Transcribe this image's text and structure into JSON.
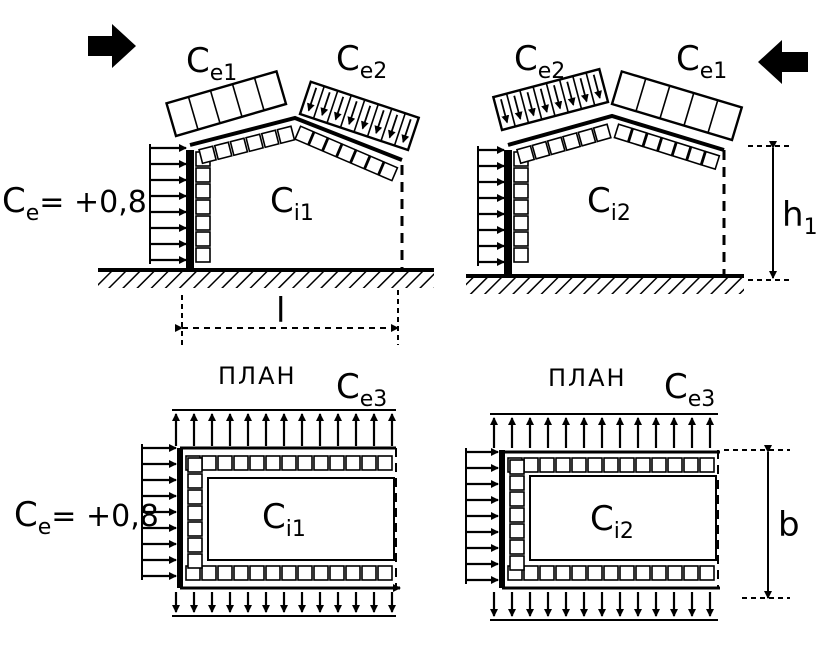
{
  "labels": {
    "ce1_left": "C",
    "ce1_left_sub": "e1",
    "ce2_left": "C",
    "ce2_left_sub": "e2",
    "ce2_right": "C",
    "ce2_right_sub": "e2",
    "ce1_right": "C",
    "ce1_right_sub": "e1",
    "ci1_top": "C",
    "ci1_top_sub": "i1",
    "ci2_top": "C",
    "ci2_top_sub": "i2",
    "ce_top": "C",
    "ce_top_sub": "e",
    "ce_top_val": "= +0,8",
    "height_label": "h",
    "height_sub": "1",
    "span_label": "l",
    "plan_left": "ПЛАН",
    "plan_right": "ПЛАН",
    "ce3_left": "C",
    "ce3_left_sub": "e3",
    "ce3_right": "C",
    "ce3_right_sub": "e3",
    "ce_bottom": "C",
    "ce_bottom_sub": "e",
    "ce_bottom_val": "= +0,8",
    "ci1_bottom": "C",
    "ci1_bottom_sub": "i1",
    "ci2_bottom": "C",
    "ci2_bottom_sub": "i2",
    "width_label": "b"
  },
  "icons": {
    "wind_left": "arrow-right-icon",
    "wind_right": "arrow-left-icon"
  },
  "colors": {
    "ink": "#000000",
    "paper": "#ffffff"
  }
}
